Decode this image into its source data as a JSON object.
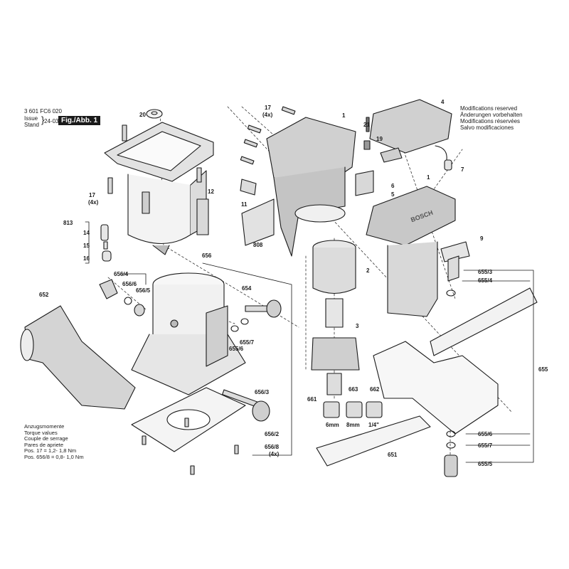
{
  "header": {
    "doc_number": "3 601 FC6 020",
    "issue_label": "Issue",
    "stand_label": "Stand",
    "date": "24-03-12",
    "figure_label": "Fig./Abb. 1"
  },
  "modifications": [
    "Modifications reserved",
    "Änderungen vorbehalten",
    "Modifications réservées",
    "Salvo modificaciones"
  ],
  "torque": {
    "lines": [
      "Anzugsmomente",
      "Torque values",
      "Couple de serrage",
      "Pares de apriete"
    ],
    "pos_17": "Pos. 17      = 1,2- 1,8 Nm",
    "pos_656_8": "Pos. 656/8 = 0,8- 1,0 Nm"
  },
  "parts": {
    "p20": "20",
    "p17a": "17",
    "p17a_qty": "(4x)",
    "p12": "12",
    "p813": "813",
    "p14": "14",
    "p15": "15",
    "p16": "16",
    "p656": "656",
    "p656_4": "656/4",
    "p656_6": "656/6",
    "p656_5": "656/5",
    "p652": "652",
    "p654": "654",
    "p655_6a": "655/6",
    "p655_7a": "655/7",
    "p656_3": "656/3",
    "p656_2": "656/2",
    "p656_8": "656/8",
    "p656_8_qty": "(4x)",
    "p17b": "17",
    "p17b_qty": "(4x)",
    "p1a": "1",
    "p11": "11",
    "p808": "808",
    "p21": "21",
    "p19": "19",
    "p4": "4",
    "p7": "7",
    "p6": "6",
    "p5": "5",
    "p1b": "1",
    "p9": "9",
    "p2": "2",
    "p3": "3",
    "p661": "661",
    "p663": "663",
    "p662": "662",
    "p6mm": "6mm",
    "p8mm": "8mm",
    "p14in": "1/4\"",
    "p651": "651",
    "p655_3": "655/3",
    "p655_4": "655/4",
    "p655": "655",
    "p655_6b": "655/6",
    "p655_7b": "655/7",
    "p655_5": "655/5",
    "brand": "BOSCH"
  }
}
